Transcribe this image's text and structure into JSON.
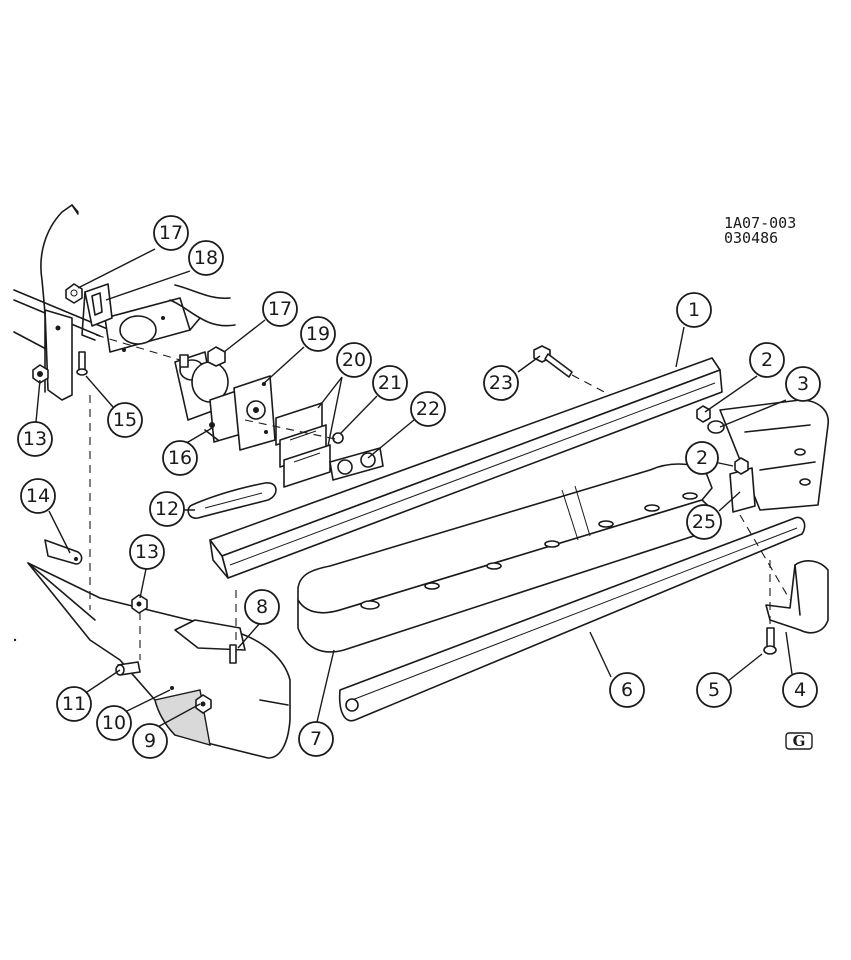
{
  "reference": {
    "code": "1A07-003",
    "date": "030486"
  },
  "logo": {
    "letter": "G"
  },
  "callouts": [
    "1",
    "2",
    "2",
    "3",
    "4",
    "5",
    "6",
    "7",
    "8",
    "9",
    "10",
    "11",
    "12",
    "13",
    "13",
    "14",
    "15",
    "16",
    "17",
    "17",
    "18",
    "19",
    "20",
    "21",
    "22",
    "23",
    "25"
  ]
}
